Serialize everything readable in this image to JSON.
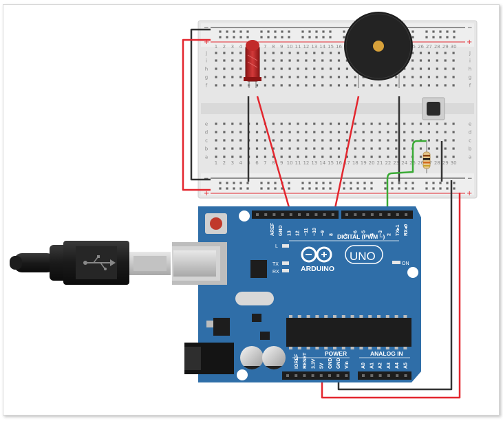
{
  "colors": {
    "board": "#2f6ea8",
    "board_dark": "#24588a",
    "breadboard": "#e6e6e6",
    "wire_red": "#e3262e",
    "wire_black": "#333333",
    "wire_green": "#3aaa35",
    "led": "#b21f1f",
    "buzzer": "#1e1e1e",
    "buzzer_center": "#d7a13a"
  },
  "breadboard": {
    "rail_plus": "+",
    "rail_minus": "−",
    "row_letters_top": [
      "j",
      "i",
      "h",
      "g",
      "f"
    ],
    "row_letters_bottom": [
      "e",
      "d",
      "c",
      "b",
      "a"
    ],
    "column_numbers": [
      "1",
      "2",
      "3",
      "4",
      "5",
      "6",
      "7",
      "8",
      "9",
      "10",
      "11",
      "12",
      "13",
      "14",
      "15",
      "16",
      "17",
      "18",
      "19",
      "20",
      "21",
      "22",
      "23",
      "24",
      "25",
      "26",
      "27",
      "28",
      "29",
      "30"
    ]
  },
  "arduino": {
    "brand": "ARDUINO",
    "model": "UNO",
    "digital_label": "DIGITAL (PWM ~)",
    "power_label": "POWER",
    "analog_label": "ANALOG IN",
    "led_labels": {
      "l": "L",
      "tx": "TX",
      "rx": "RX",
      "on": "ON"
    },
    "digital_pins": [
      "AREF",
      "GND",
      "13",
      "12",
      "~11",
      "~10",
      "~9",
      "8",
      "7",
      "~6",
      "~5",
      "4",
      "~3",
      "2",
      "TX▸1",
      "RX◂0"
    ],
    "power_pins": [
      "IOREF",
      "RESET",
      "3.3V",
      "5V",
      "GND",
      "GND",
      "Vin"
    ],
    "analog_pins": [
      "A0",
      "A1",
      "A2",
      "A3",
      "A4",
      "A5"
    ]
  },
  "icons": [
    "usb-icon",
    "arduino-infinity-icon"
  ]
}
